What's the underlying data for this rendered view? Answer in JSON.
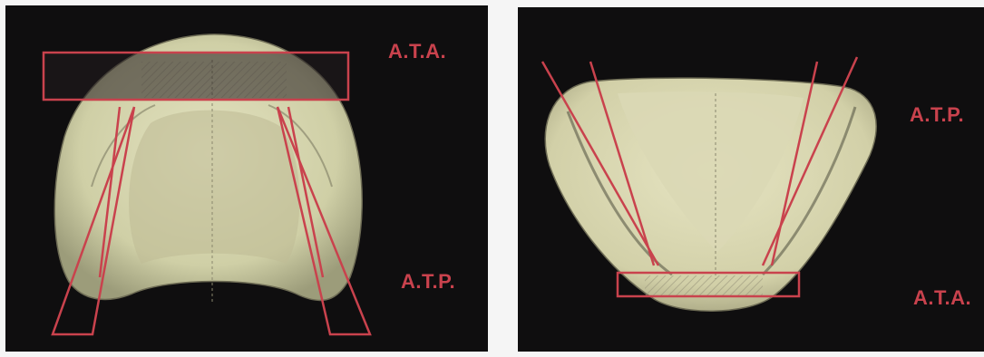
{
  "left_panel": {
    "label_top": "A.T.A.",
    "label_bottom": "A.T.P."
  },
  "right_panel": {
    "label_top": "A.T.P.",
    "label_bottom": "A.T.A."
  },
  "colors": {
    "background": "#0f0e0f",
    "cast": "#d8d8b0",
    "annotation_red": "#c9424d"
  }
}
